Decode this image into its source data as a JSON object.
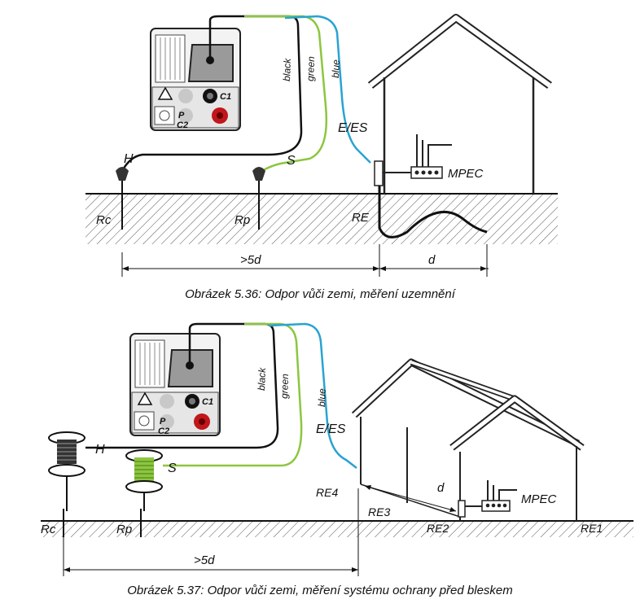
{
  "figure1": {
    "caption": "Obrázek 5.36: Odpor vůči zemi, měření uzemnění",
    "wires": {
      "black": "black",
      "green": "green",
      "blue": "blue"
    },
    "labels": {
      "h": "H",
      "s": "S",
      "ees": "E/ES",
      "mpec": "MPEC",
      "rc": "Rc",
      "rp": "Rp",
      "re": "RE",
      "dist1": ">5d",
      "dist2": "d"
    },
    "meter": {
      "c1": "C1",
      "p": "P",
      "c2": "C2"
    }
  },
  "figure2": {
    "caption": "Obrázek 5.37: Odpor vůči zemi, měření systému ochrany před bleskem",
    "wires": {
      "black": "black",
      "green": "green",
      "blue": "blue"
    },
    "labels": {
      "h": "H",
      "s": "S",
      "ees": "E/ES",
      "mpec": "MPEC",
      "rc": "Rc",
      "rp": "Rp",
      "re1": "RE1",
      "re2": "RE2",
      "re3": "RE3",
      "re4": "RE4",
      "d": "d",
      "dist": ">5d"
    },
    "meter": {
      "c1": "C1",
      "p": "P",
      "c2": "C2"
    }
  },
  "colors": {
    "black_wire": "#111111",
    "green_wire": "#8cc63f",
    "blue_wire": "#29a3d1",
    "red_socket": "#c0161c",
    "meter_body": "#f3f3f3",
    "panel_grey": "#c8c8c8"
  }
}
